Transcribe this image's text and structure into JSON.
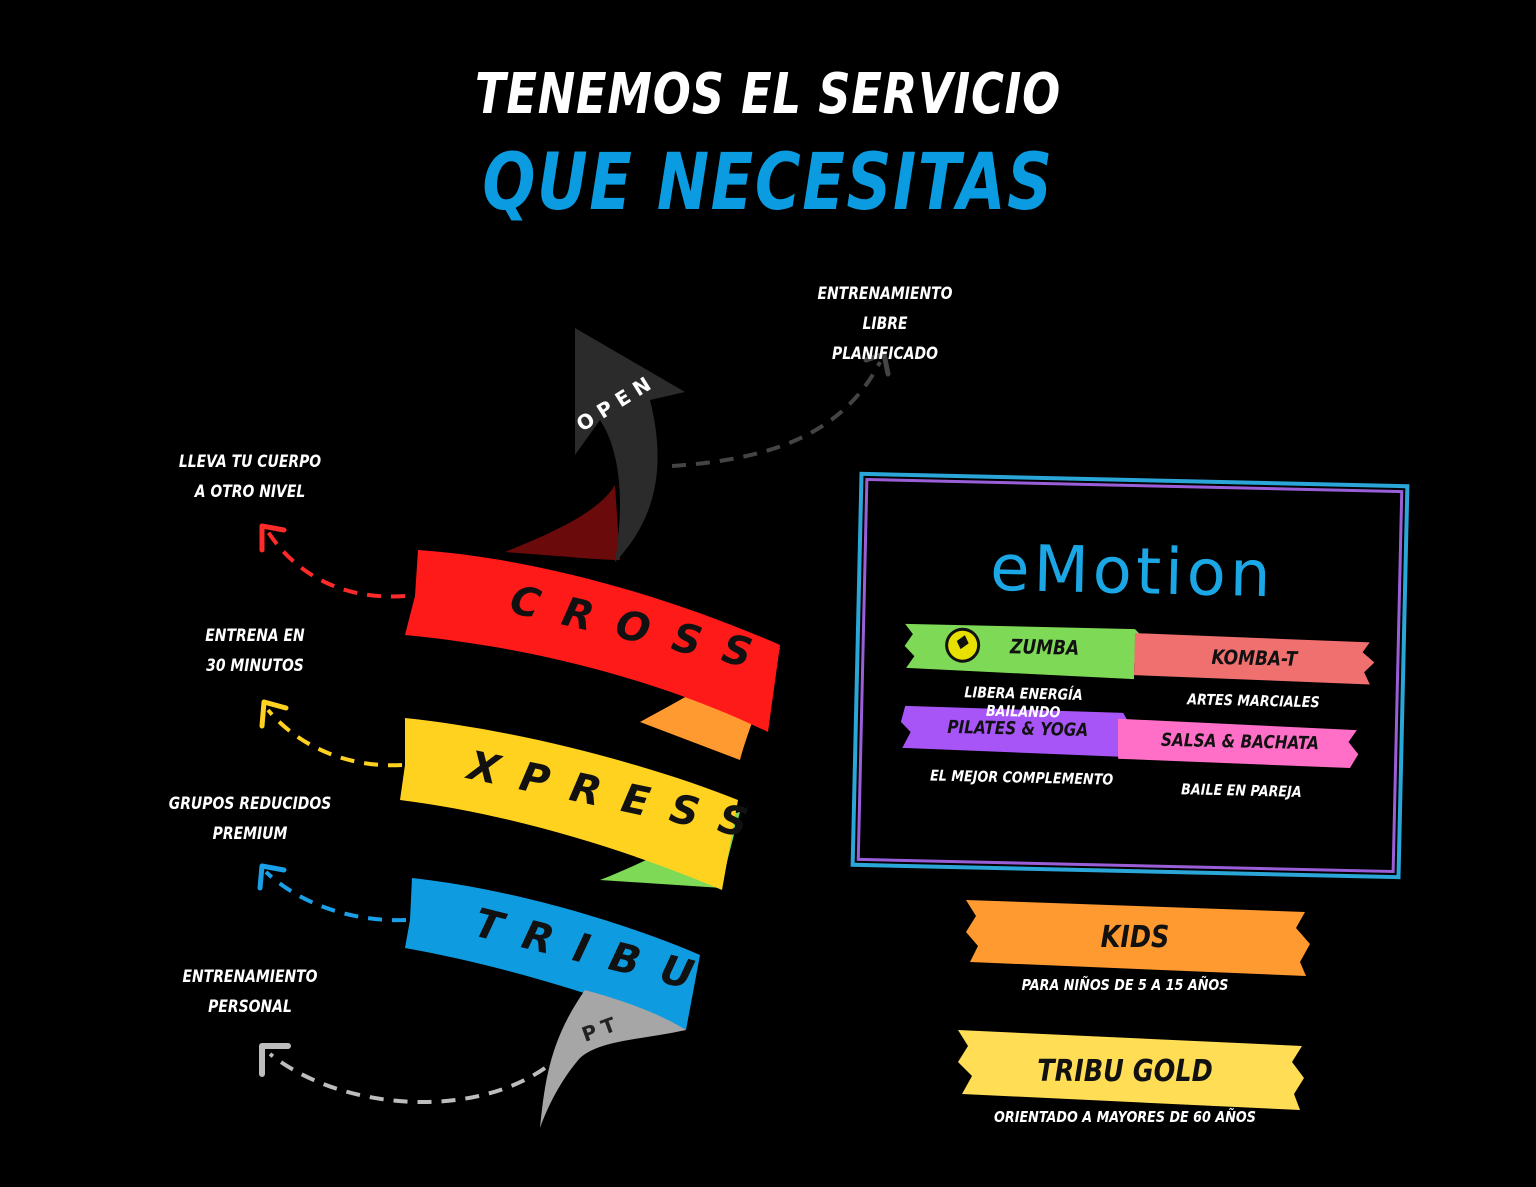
{
  "header": {
    "line1": "TENEMOS EL SERVICIO",
    "line2": "QUE NECESITAS"
  },
  "colors": {
    "accent": "#0a9be0",
    "cross": "#ff1a1a",
    "xpress": "#ffd21f",
    "tribu": "#0f9be0",
    "green": "#7ed957",
    "orange": "#ff9a30",
    "open": "#2b2b2b",
    "pt": "#a6a6a6"
  },
  "ribbon": {
    "open_label": "OPEN",
    "cross_label": "CROSS",
    "xpress_label": "XPRESS",
    "tribu_label": "TRIBU",
    "pt_label": "PT"
  },
  "notes": {
    "open": [
      "ENTRENAMIENTO LIBRE",
      "PLANIFICADO"
    ],
    "cross": [
      "LLEVA TU CUERPO",
      "A OTRO NIVEL"
    ],
    "xpress": [
      "ENTRENA EN",
      "30 MINUTOS"
    ],
    "tribu": [
      "GRUPOS REDUCIDOS",
      "PREMIUM"
    ],
    "pt": [
      "ENTRENAMIENTO",
      "PERSONAL"
    ]
  },
  "emotion": {
    "title": "eMotion",
    "classes": [
      {
        "label": "ZUMBA",
        "caption": "LIBERA ENERGÍA BAILANDO",
        "color": "#7ed957"
      },
      {
        "label": "KOMBA-T",
        "caption": "ARTES MARCIALES",
        "color": "#f07070"
      },
      {
        "label": "PILATES & YOGA",
        "caption": "EL MEJOR COMPLEMENTO",
        "color": "#a855f7"
      },
      {
        "label": "SALSA & BACHATA",
        "caption": "BAILE EN PAREJA",
        "color": "#ff6fc8"
      }
    ]
  },
  "extras": [
    {
      "label": "KIDS",
      "caption": "PARA NIÑOS DE 5 A 15 AÑOS",
      "color": "#ff9a30"
    },
    {
      "label": "TRIBU GOLD",
      "caption": "ORIENTADO A MAYORES DE 60 AÑOS",
      "color": "#ffdd55"
    }
  ]
}
